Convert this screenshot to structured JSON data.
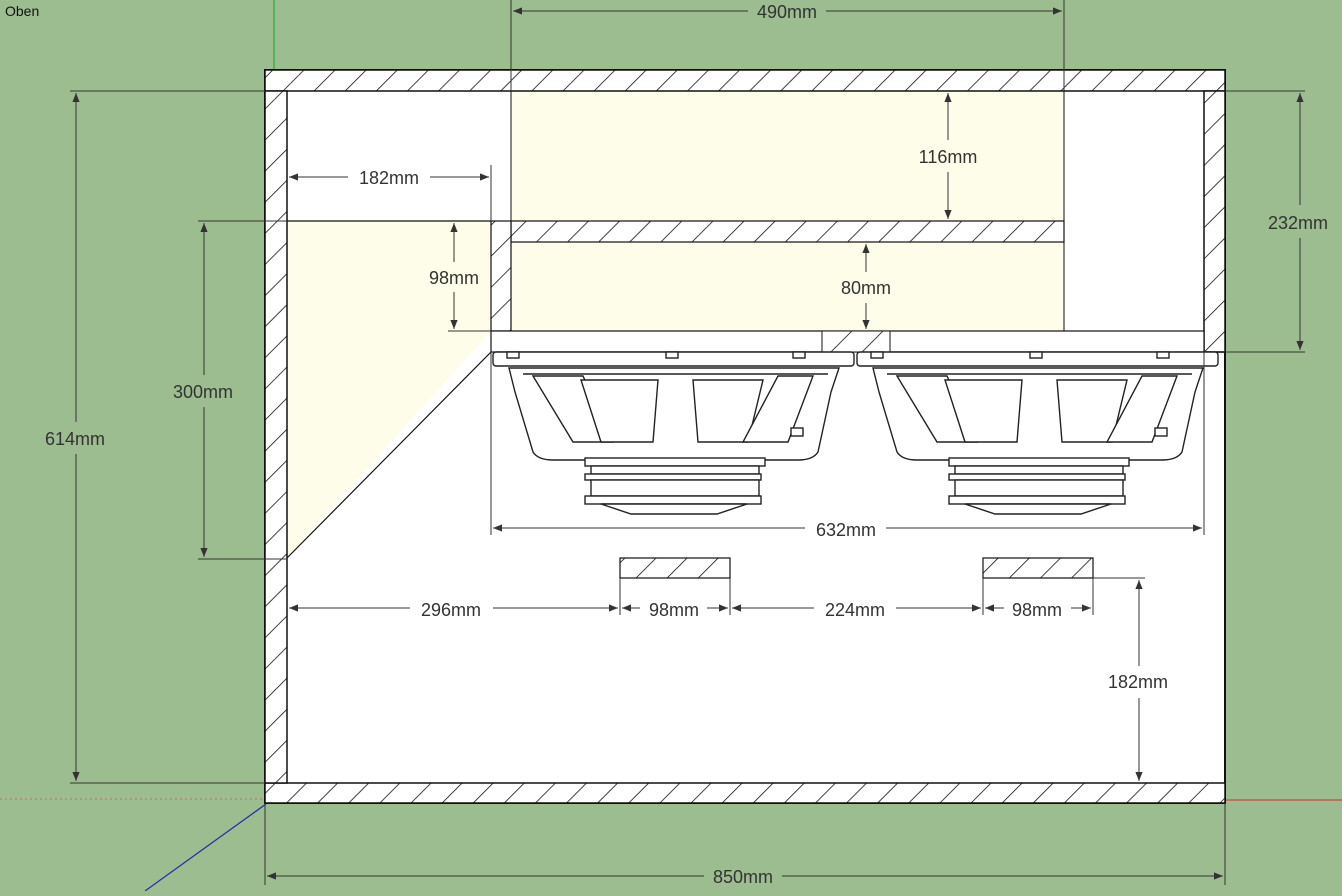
{
  "view": {
    "label": "Oben"
  },
  "colors": {
    "background": "#9cbd8f",
    "box_interior": "#ffffff",
    "chamber_fill": "#fdfdea",
    "outline": "#111111",
    "dimension": "#333333",
    "axis_green": "#2fa82f",
    "axis_red": "#d24a3a",
    "axis_blue": "#1c2ea8"
  },
  "dimensions": {
    "top_width": "490mm",
    "upper_depth": "116mm",
    "left_offset": "182mm",
    "right_height": "232mm",
    "port_height": "98mm",
    "shelf_gap": "80mm",
    "port_length": "300mm",
    "total_height": "614mm",
    "speaker_span": "632mm",
    "left_spacing": "296mm",
    "brace_a_width": "98mm",
    "brace_spacing": "224mm",
    "brace_b_width": "98mm",
    "bottom_clearance": "182mm",
    "total_width": "850mm"
  },
  "components": {
    "speakers": [
      "subwoofer-left",
      "subwoofer-right"
    ],
    "braces": [
      "brace-left",
      "brace-right"
    ]
  }
}
